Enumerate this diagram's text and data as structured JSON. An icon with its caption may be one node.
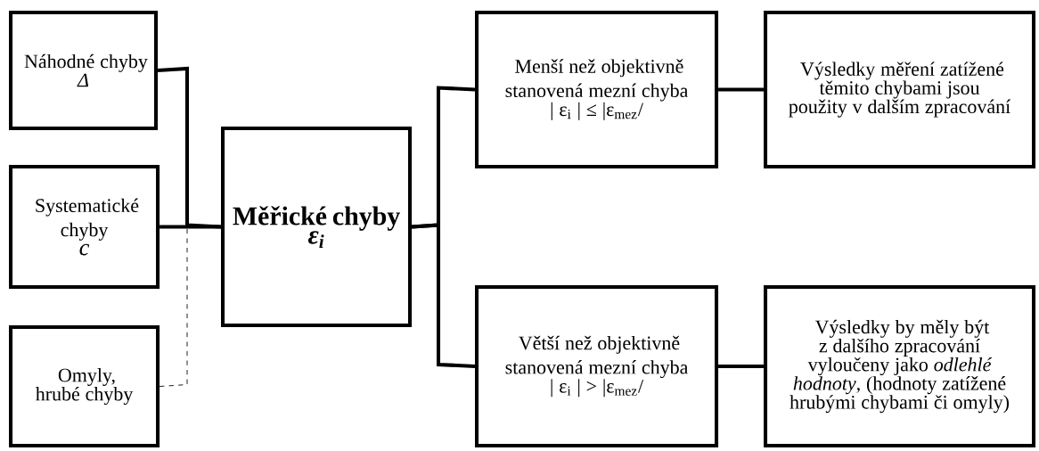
{
  "diagram": {
    "nodes": [
      {
        "text": [
          "Náhodné chyby",
          "Δ"
        ]
      },
      {
        "text": [
          "Systematické chyby",
          "c"
        ]
      },
      {
        "text": [
          "Omyly, hrubé chyby"
        ]
      },
      {
        "text": [
          "Měřické chyby",
          "ε$_{i}$"
        ]
      },
      {
        "text": [
          "Menší než objektivně stanovená mezní chyba",
          "| ε$_{i}$ | ≤ |ε$_{mez}$/"
        ]
      },
      {
        "text": [
          "Výsledky měření zatížené těmito chybami jsou použity v dalším zpracování"
        ]
      },
      {
        "text": [
          "Větší než objektivně stanovená mezní chyba",
          "| ε$_{i}$ | > |ε$_{mez}$/"
        ]
      },
      {
        "text": [
          "Výsledky by měly být z dalšího zpracování vyloučeny jako *odlehlé hodnoty*, (hodnoty zatížené hrubými chybami či omyly)"
        ]
      }
    ],
    "edges": [
      {
        "from": 0,
        "to": 3,
        "arrow": "none"
      },
      {
        "from": 1,
        "to": 3,
        "arrow": "none"
      },
      {
        "from": 2,
        "to": 3,
        "arrow": "none",
        "style": "dashed"
      },
      {
        "from": 3,
        "to": 4,
        "arrow": "none"
      },
      {
        "from": 3,
        "to": 6,
        "arrow": "none"
      },
      {
        "from": 4,
        "to": 5,
        "arrow": "none"
      },
      {
        "from": 6,
        "to": 7,
        "arrow": "none"
      }
    ]
  }
}
